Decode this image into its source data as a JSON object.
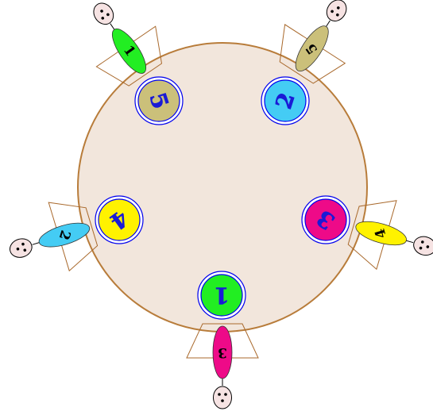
{
  "diagram": {
    "colors": {
      "table_fill": "#f2e6dc",
      "table_stroke": "#b87c3a",
      "ring": "#0000ee",
      "label": "#1a1ad6",
      "chair_stroke": "#a9692c",
      "face_fill": "#f6e3e3"
    },
    "plates": [
      {
        "label": "1",
        "fill": "#22ee22"
      },
      {
        "label": "2",
        "fill": "#44ccf4"
      },
      {
        "label": "3",
        "fill": "#ee0a88"
      },
      {
        "label": "4",
        "fill": "#fff200"
      },
      {
        "label": "5",
        "fill": "#cbc07a"
      }
    ],
    "diners": [
      {
        "label": "1",
        "fill": "#22ee22"
      },
      {
        "label": "5",
        "fill": "#cbc07a"
      },
      {
        "label": "4",
        "fill": "#fff200"
      },
      {
        "label": "3",
        "fill": "#ee0a88"
      },
      {
        "label": "2",
        "fill": "#44ccf4"
      }
    ]
  }
}
